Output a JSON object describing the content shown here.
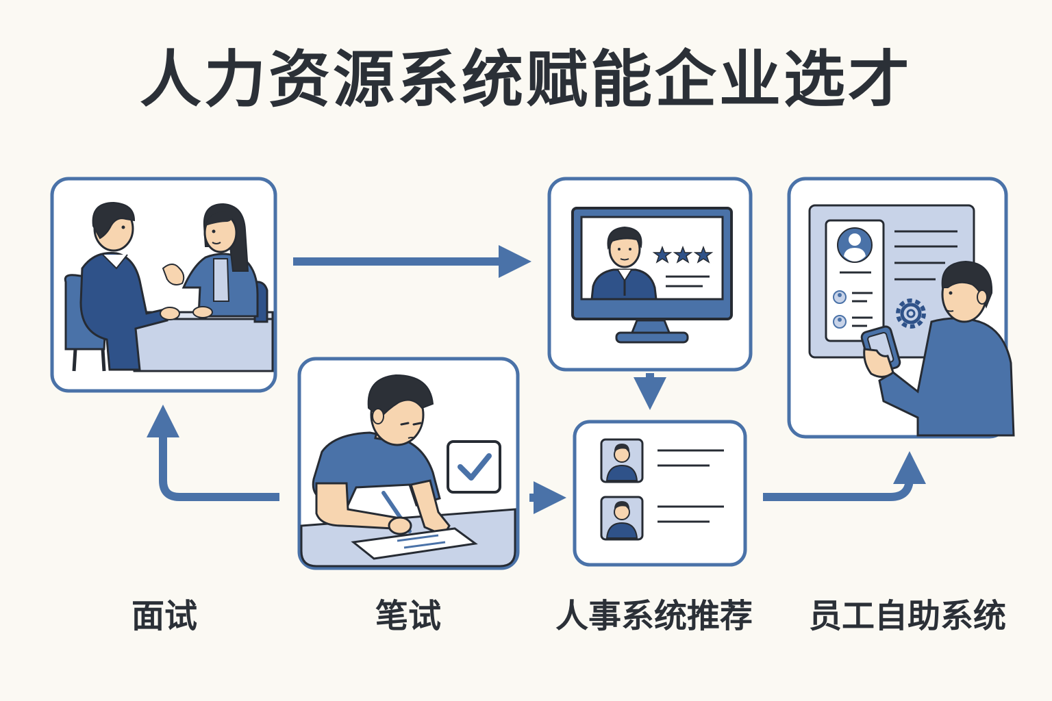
{
  "title": "人力资源系统赋能企业选才",
  "labels": {
    "interview": "面试",
    "written_test": "笔试",
    "hr_recommend": "人事系统推荐",
    "self_service": "员工自助系统"
  },
  "colors": {
    "background": "#fbf9f3",
    "accent_blue": "#4a72a8",
    "dark_blue": "#2f5289",
    "light_blue": "#c8d3e8",
    "outline": "#262b33",
    "skin": "#f7d5b0",
    "hair": "#2c3037"
  },
  "icons": {
    "rating": "three-star-rating-icon",
    "check": "checkbox-checked-icon",
    "profile": "user-profile-icon",
    "settings": "gear-icon",
    "phone": "smartphone-icon"
  }
}
